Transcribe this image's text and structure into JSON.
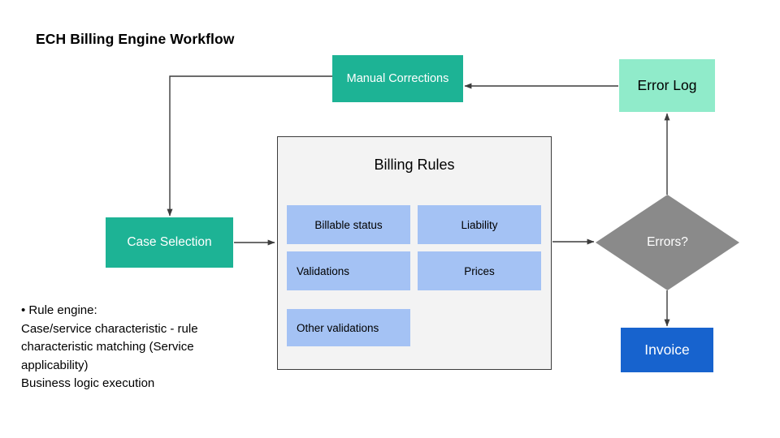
{
  "page": {
    "title": "ECH Billing Engine Workflow",
    "background": "#FFFFFF"
  },
  "colors": {
    "teal": "#1DB395",
    "mint": "#90EBCA",
    "blue": "#1763CE",
    "light_blue": "#A4C2F4",
    "gray_panel": "#F3F3F3",
    "diamond_gray": "#8A8A8A",
    "connector": "#3C3C3C"
  },
  "nodes": {
    "manual_corrections": {
      "label": "Manual Corrections",
      "shape": "rect",
      "fill": "#1DB395",
      "text_color": "#FFFFFF"
    },
    "error_log": {
      "label": "Error Log",
      "shape": "rect",
      "fill": "#90EBCA",
      "text_color": "#000000"
    },
    "case_selection": {
      "label": "Case Selection",
      "shape": "rect",
      "fill": "#1DB395",
      "text_color": "#FFFFFF"
    },
    "errors_decision": {
      "label": "Errors?",
      "shape": "diamond",
      "fill": "#8A8A8A",
      "text_color": "#FFFFFF"
    },
    "invoice": {
      "label": "Invoice",
      "shape": "rect",
      "fill": "#1763CE",
      "text_color": "#FFFFFF"
    }
  },
  "billing_rules": {
    "title": "Billing Rules",
    "panel_fill": "#F3F3F3",
    "items": [
      {
        "label": "Billable status",
        "align": "center"
      },
      {
        "label": "Liability",
        "align": "center"
      },
      {
        "label": "Validations",
        "align": "left"
      },
      {
        "label": "Prices",
        "align": "center"
      },
      {
        "label": "Other validations",
        "align": "left"
      }
    ]
  },
  "notes": {
    "text": "• Rule engine:\nCase/service characteristic - rule\ncharacteristic matching (Service\napplicability)\nBusiness logic execution"
  },
  "connectors": [
    {
      "name": "case-selection-to-billing-rules",
      "from": "case_selection",
      "to": "billing_rules",
      "style": "straight-right"
    },
    {
      "name": "billing-rules-to-errors",
      "from": "billing_rules",
      "to": "errors_decision",
      "style": "straight-right"
    },
    {
      "name": "errors-to-invoice",
      "from": "errors_decision",
      "to": "invoice",
      "style": "straight-down"
    },
    {
      "name": "errors-to-error-log",
      "from": "errors_decision",
      "to": "error_log",
      "style": "straight-up"
    },
    {
      "name": "error-log-to-manual-corrections",
      "from": "error_log",
      "to": "manual_corrections",
      "style": "straight-left"
    },
    {
      "name": "manual-corrections-to-case-selection",
      "from": "manual_corrections",
      "to": "case_selection",
      "style": "elbow-left-down"
    }
  ]
}
